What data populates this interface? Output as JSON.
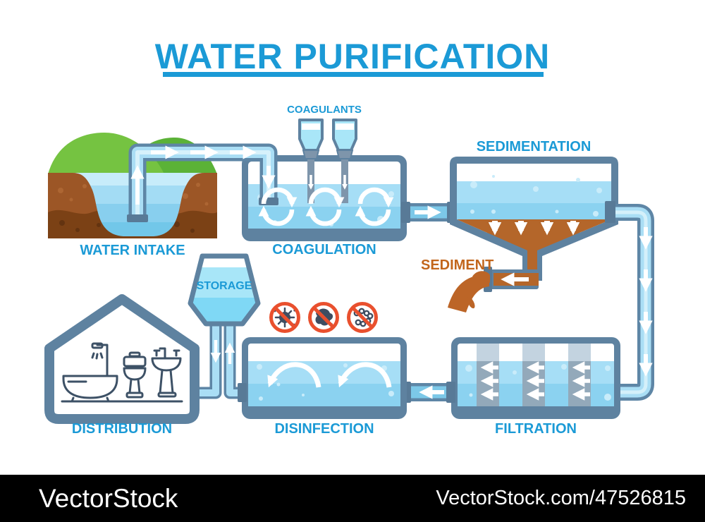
{
  "title": {
    "text": "WATER PURIFICATION",
    "color": "#1b9ad6"
  },
  "labels": {
    "water_intake": "WATER INTAKE",
    "coagulants": "COAGULANTS",
    "coagulation": "COAGULATION",
    "sedimentation": "SEDIMENTATION",
    "sediment": "SEDIMENT",
    "storage": "STORAGE",
    "distribution": "DISTRIBUTION",
    "disinfection": "DISINFECTION",
    "filtration": "FILTRATION"
  },
  "watermark": {
    "brand": "VectorStock",
    "reference": "VectorStock.com/47526815"
  },
  "icons": {
    "no_virus": "no-virus-icon",
    "no_bacteria": "no-bacteria-icon",
    "no_microbes": "no-microbes-icon"
  },
  "colors": {
    "label_blue": "#1b9ad6",
    "sediment_brown": "#c2661c",
    "tank_frame": "#5e82a0",
    "pipe_outline": "#5e86a6",
    "pipe_fill": "#aadef5",
    "water_light": "#a6def6",
    "water_deep": "#8bd2f0",
    "grass_green": "#74c13f",
    "earth_brown": "#9c5626",
    "prohibition_red": "#e9502e",
    "germ_dark": "#3e4d61",
    "watermark_bar": "#000000"
  }
}
